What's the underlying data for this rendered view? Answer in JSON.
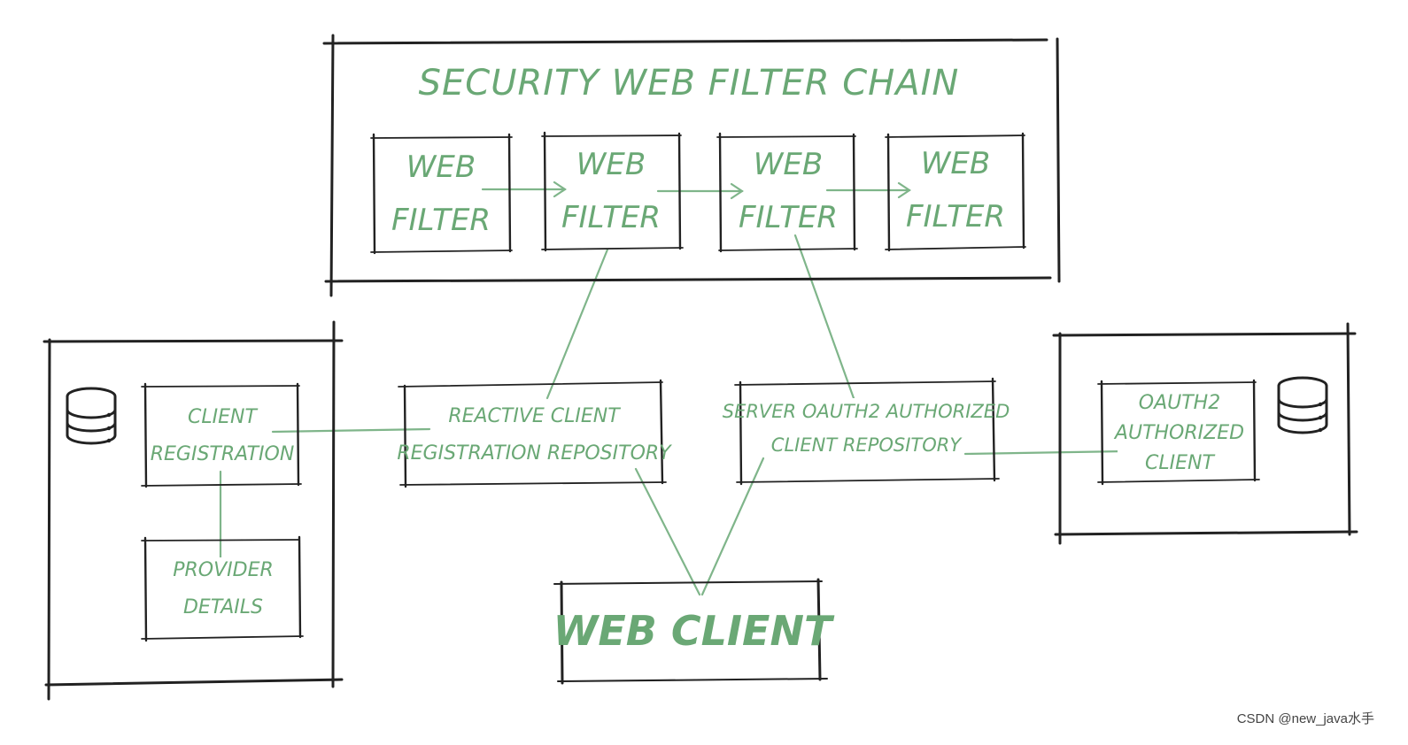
{
  "chain": {
    "title": "SECURITY WEB FILTER CHAIN",
    "filters": [
      {
        "line1": "WEB",
        "line2": "FILTER"
      },
      {
        "line1": "WEB",
        "line2": "FILTER"
      },
      {
        "line1": "WEB",
        "line2": "FILTER"
      },
      {
        "line1": "WEB",
        "line2": "FILTER"
      }
    ]
  },
  "left_panel": {
    "icon": "database-icon",
    "client_registration": {
      "line1": "CLIENT",
      "line2": "REGISTRATION"
    },
    "provider_details": {
      "line1": "PROVIDER",
      "line2": "DETAILS"
    }
  },
  "reactive_repo": {
    "line1": "REACTIVE CLIENT",
    "line2": "REGISTRATION REPOSITORY"
  },
  "server_repo": {
    "line1": "SERVER OAUTH2 AUTHORIZED",
    "line2": "CLIENT REPOSITORY"
  },
  "right_panel": {
    "icon": "database-icon",
    "authorized_client": {
      "line1": "OAUTH2",
      "line2": "AUTHORIZED",
      "line3": "CLIENT"
    }
  },
  "web_client": {
    "label": "WEB CLIENT"
  },
  "watermark": "CSDN @new_java水手",
  "colors": {
    "accent_green": "#6aa875",
    "link_green": "#7fb58a",
    "ink": "#222222"
  }
}
